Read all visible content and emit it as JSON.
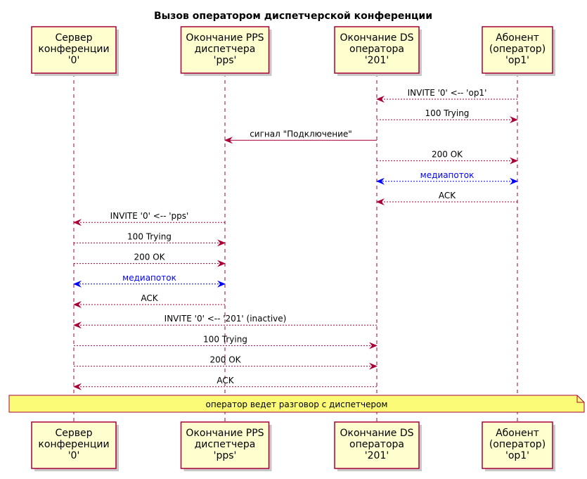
{
  "diagram": {
    "title": "Вызов оператором диспетчерской конференции",
    "colors": {
      "participant_fill": "#FEFECE",
      "border": "#A80036",
      "message": "#A80036",
      "media": "#0000FF",
      "note_fill": "#FBFB77",
      "shadow": "#c8c8c8"
    },
    "participants": [
      {
        "id": "conf",
        "lines": [
          "Сервер",
          "конференции",
          "'0'"
        ]
      },
      {
        "id": "pps",
        "lines": [
          "Окончание PPS",
          "диспетчера",
          "'pps'"
        ]
      },
      {
        "id": "ds",
        "lines": [
          "Окончание DS",
          "оператора",
          "'201'"
        ]
      },
      {
        "id": "op",
        "lines": [
          "Абонент",
          "(оператор)",
          "'op1'"
        ]
      }
    ],
    "messages": [
      {
        "from": "op",
        "to": "ds",
        "label": "INVITE '0' <-- 'op1'",
        "style": "dashed",
        "color": "message"
      },
      {
        "from": "ds",
        "to": "op",
        "label": "100 Trying",
        "style": "dashed",
        "color": "message"
      },
      {
        "from": "ds",
        "to": "pps",
        "label": "сигнал \"Подключение\"",
        "style": "solid",
        "color": "message"
      },
      {
        "from": "ds",
        "to": "op",
        "label": "200 OK",
        "style": "dashed",
        "color": "message"
      },
      {
        "from": "ds",
        "to": "op",
        "label": "медиапоток",
        "style": "dashed",
        "color": "media",
        "bidirectional": true
      },
      {
        "from": "op",
        "to": "ds",
        "label": "ACK",
        "style": "dashed",
        "color": "message"
      },
      {
        "from": "pps",
        "to": "conf",
        "label": "INVITE '0' <-- 'pps'",
        "style": "dashed",
        "color": "message"
      },
      {
        "from": "conf",
        "to": "pps",
        "label": "100 Trying",
        "style": "dashed",
        "color": "message"
      },
      {
        "from": "conf",
        "to": "pps",
        "label": "200 OK",
        "style": "dashed",
        "color": "message"
      },
      {
        "from": "conf",
        "to": "pps",
        "label": "медиапоток",
        "style": "dashed",
        "color": "media",
        "bidirectional": true
      },
      {
        "from": "pps",
        "to": "conf",
        "label": "ACK",
        "style": "dashed",
        "color": "message"
      },
      {
        "from": "ds",
        "to": "conf",
        "label": "INVITE '0' <-- '201' (inactive)",
        "style": "dashed",
        "color": "message"
      },
      {
        "from": "conf",
        "to": "ds",
        "label": "100 Trying",
        "style": "dashed",
        "color": "message"
      },
      {
        "from": "conf",
        "to": "ds",
        "label": "200 OK",
        "style": "dashed",
        "color": "message"
      },
      {
        "from": "ds",
        "to": "conf",
        "label": "ACK",
        "style": "dashed",
        "color": "message"
      }
    ],
    "note": {
      "text": "оператор ведет разговор с диспетчером"
    }
  }
}
